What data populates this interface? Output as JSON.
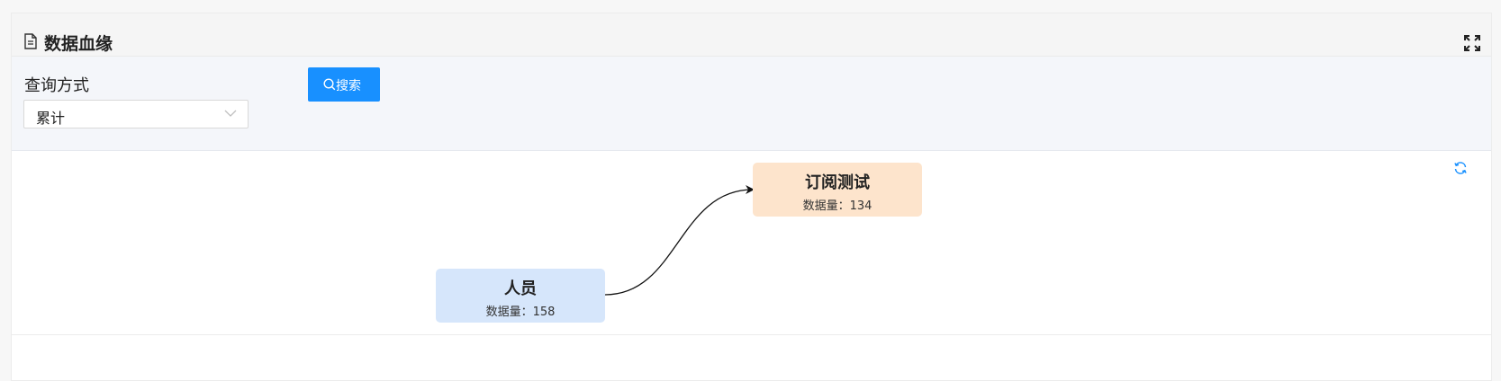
{
  "header": {
    "title": "数据血缘"
  },
  "filter": {
    "query_label": "查询方式",
    "select_value": "累计",
    "search_label": "搜索"
  },
  "graph": {
    "nodes": [
      {
        "name": "人员",
        "count_label": "数据量：158",
        "color": "#d6e6fb"
      },
      {
        "name": "订阅测试",
        "count_label": "数据量：134",
        "color": "#fde4cc"
      }
    ],
    "edges": [
      {
        "from": "人员",
        "to": "订阅测试"
      }
    ]
  },
  "colors": {
    "primary": "#1890ff",
    "node_source": "#d6e6fb",
    "node_target": "#fde4cc"
  },
  "icons": [
    "document-icon",
    "fullscreen-icon",
    "chevron-down-icon",
    "search-icon",
    "refresh-icon"
  ]
}
